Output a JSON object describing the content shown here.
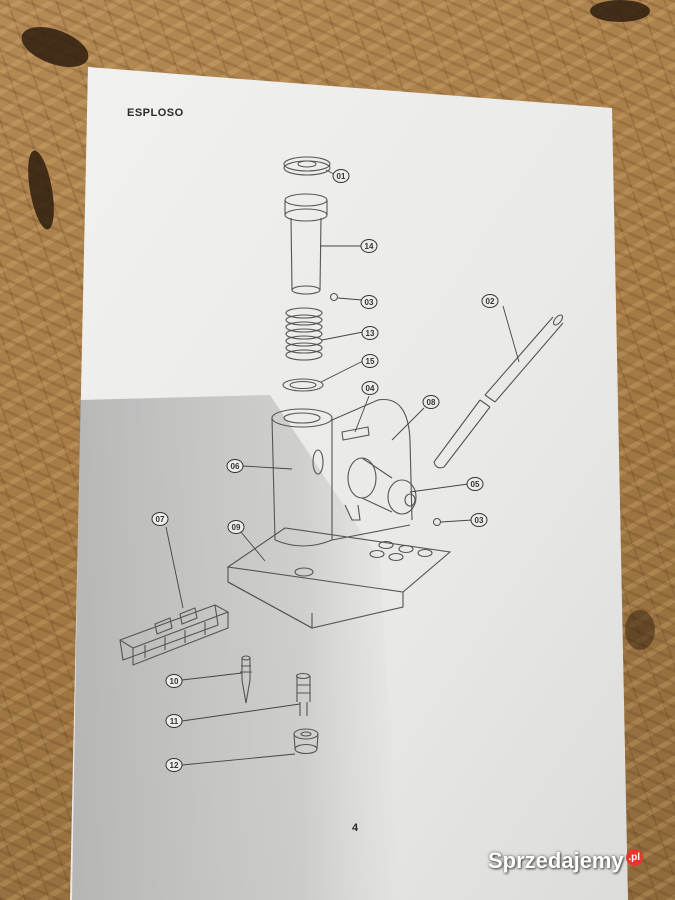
{
  "document": {
    "heading": "ESPLOSO",
    "page_number": "4"
  },
  "parts": [
    {
      "id": "p01",
      "label": "01"
    },
    {
      "id": "p14",
      "label": "14"
    },
    {
      "id": "p03a",
      "label": "03"
    },
    {
      "id": "p02",
      "label": "02"
    },
    {
      "id": "p13",
      "label": "13"
    },
    {
      "id": "p15",
      "label": "15"
    },
    {
      "id": "p04",
      "label": "04"
    },
    {
      "id": "p08",
      "label": "08"
    },
    {
      "id": "p06",
      "label": "06"
    },
    {
      "id": "p05",
      "label": "05"
    },
    {
      "id": "p03b",
      "label": "03"
    },
    {
      "id": "p07",
      "label": "07"
    },
    {
      "id": "p09",
      "label": "09"
    },
    {
      "id": "p10",
      "label": "10"
    },
    {
      "id": "p11",
      "label": "11"
    },
    {
      "id": "p12",
      "label": "12"
    }
  ],
  "watermark": {
    "text": "Sprzedajemy",
    "tld": ".pl"
  }
}
